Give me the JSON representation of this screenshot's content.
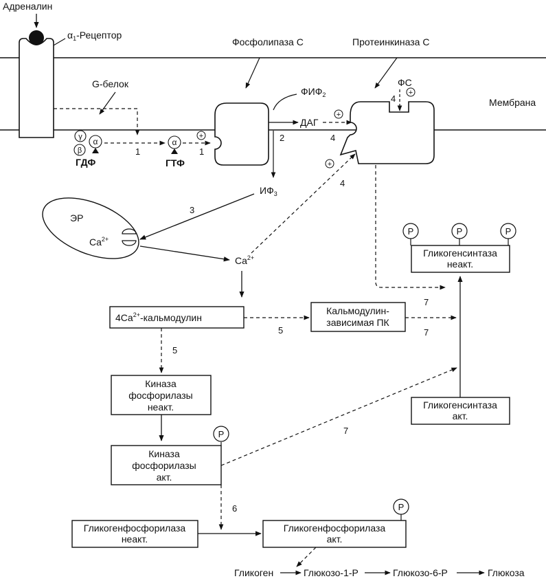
{
  "labels": {
    "adrenalin": "Адреналин",
    "receptor_alpha": "α",
    "receptor_sub": "1",
    "receptor_rest": "-Рецептор",
    "membrane": "Мембрана",
    "g_protein": "G-белок",
    "gamma": "γ",
    "beta": "β",
    "alpha": "α",
    "gdp": "ГДФ",
    "gtp": "ГТФ",
    "plc": "Фосфолипаза С",
    "pip2_main": "ФИФ",
    "pip2_sub": "2",
    "dag": "ДАГ",
    "pkc": "Протеинкиназа С",
    "ps": "ФС",
    "ip3_main": "ИФ",
    "ip3_sub": "3",
    "er": "ЭР",
    "ca_main": "Ca",
    "ca_sup": "2+",
    "calmodulin_pre": "4Ca",
    "calmodulin_sup": "2+",
    "calmodulin_post": "-кальмодулин",
    "cam_pk_1": "Кальмодулин-",
    "cam_pk_2": "зависимая ПК",
    "kinase_inact_1": "Киназа",
    "kinase_inact_2": "фосфорилазы",
    "kinase_inact_3": "неакт.",
    "kinase_act_1": "Киназа",
    "kinase_act_2": "фосфорилазы",
    "kinase_act_3": "акт.",
    "gs_inact_1": "Гликогенсинтаза",
    "gs_inact_2": "неакт.",
    "gs_act_1": "Гликогенсинтаза",
    "gs_act_2": "акт.",
    "gp_inact_1": "Гликогенфосфорилаза",
    "gp_inact_2": "неакт.",
    "gp_act_1": "Гликогенфосфорилаза",
    "gp_act_2": "акт.",
    "phosphate": "Р",
    "plus": "+",
    "glycogen": "Гликоген",
    "g1p": "Глюкозо-1-Р",
    "g6p": "Глюкозо-6-Р",
    "glucose": "Глюкоза"
  },
  "steps": {
    "s1": "1",
    "s2": "2",
    "s3": "3",
    "s4": "4",
    "s5": "5",
    "s6": "6",
    "s7": "7"
  }
}
